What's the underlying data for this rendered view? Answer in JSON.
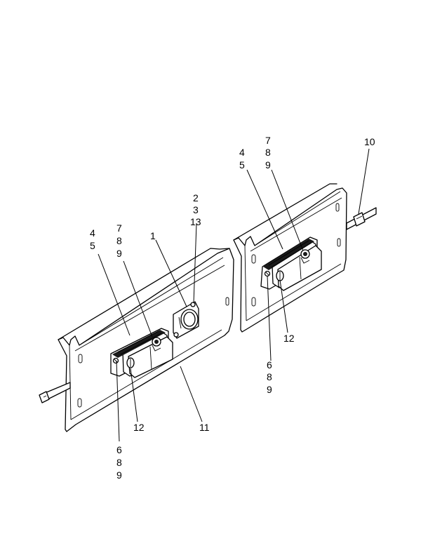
{
  "callouts": {
    "left_lamp": {
      "top_a": [
        "4",
        "5"
      ],
      "top_b": [
        "7",
        "8",
        "9"
      ],
      "bottom_a": [
        "6",
        "8",
        "9"
      ],
      "bottom_b": "12"
    },
    "connector": {
      "item": "1",
      "stack": [
        "2",
        "3",
        "13"
      ]
    },
    "panel": "11",
    "right_lamp": {
      "top_a": [
        "4",
        "5"
      ],
      "top_b": [
        "7",
        "8",
        "9"
      ],
      "bottom_a": [
        "6",
        "8",
        "9"
      ],
      "bottom_b": "12"
    },
    "cable": "10"
  }
}
